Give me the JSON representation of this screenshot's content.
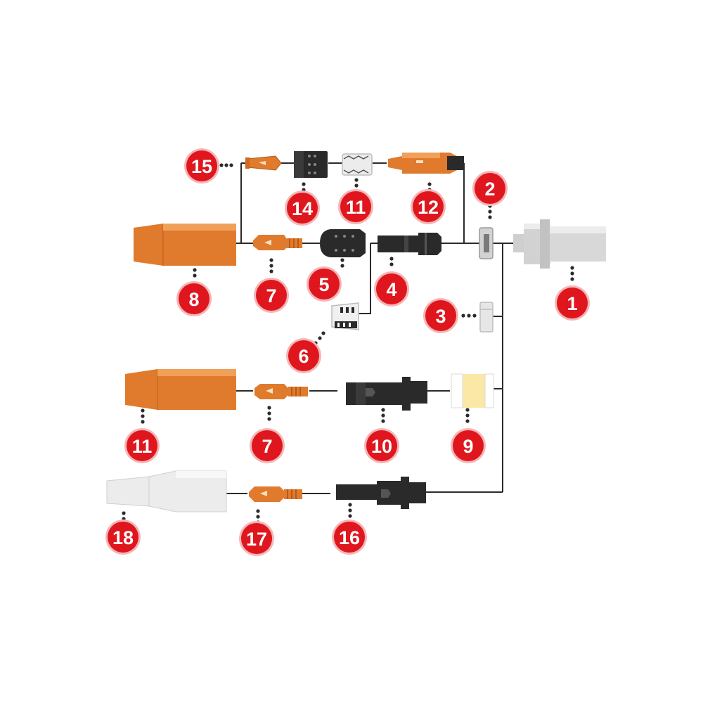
{
  "colors": {
    "badge_fill": "#e0161e",
    "badge_ring": "#f4b6b6",
    "copper": "#e07a2c",
    "copper_light": "#f0a059",
    "copper_dark": "#b85a18",
    "black_part": "#2a2a2a",
    "silver": "#d2d2d2",
    "silver_light": "#ececec",
    "brass": "#fbe8a6",
    "line": "#2b2b2b"
  },
  "callouts": [
    {
      "id": "c15",
      "label": "15"
    },
    {
      "id": "c14",
      "label": "14"
    },
    {
      "id": "c11a",
      "label": "11"
    },
    {
      "id": "c12",
      "label": "12"
    },
    {
      "id": "c2",
      "label": "2"
    },
    {
      "id": "c8",
      "label": "8"
    },
    {
      "id": "c7a",
      "label": "7"
    },
    {
      "id": "c5",
      "label": "5"
    },
    {
      "id": "c4",
      "label": "4"
    },
    {
      "id": "c1",
      "label": "1"
    },
    {
      "id": "c3",
      "label": "3"
    },
    {
      "id": "c6",
      "label": "6"
    },
    {
      "id": "c11b",
      "label": "11"
    },
    {
      "id": "c7b",
      "label": "7"
    },
    {
      "id": "c10",
      "label": "10"
    },
    {
      "id": "c9",
      "label": "9"
    },
    {
      "id": "c18",
      "label": "18"
    },
    {
      "id": "c17",
      "label": "17"
    },
    {
      "id": "c16",
      "label": "16"
    }
  ]
}
